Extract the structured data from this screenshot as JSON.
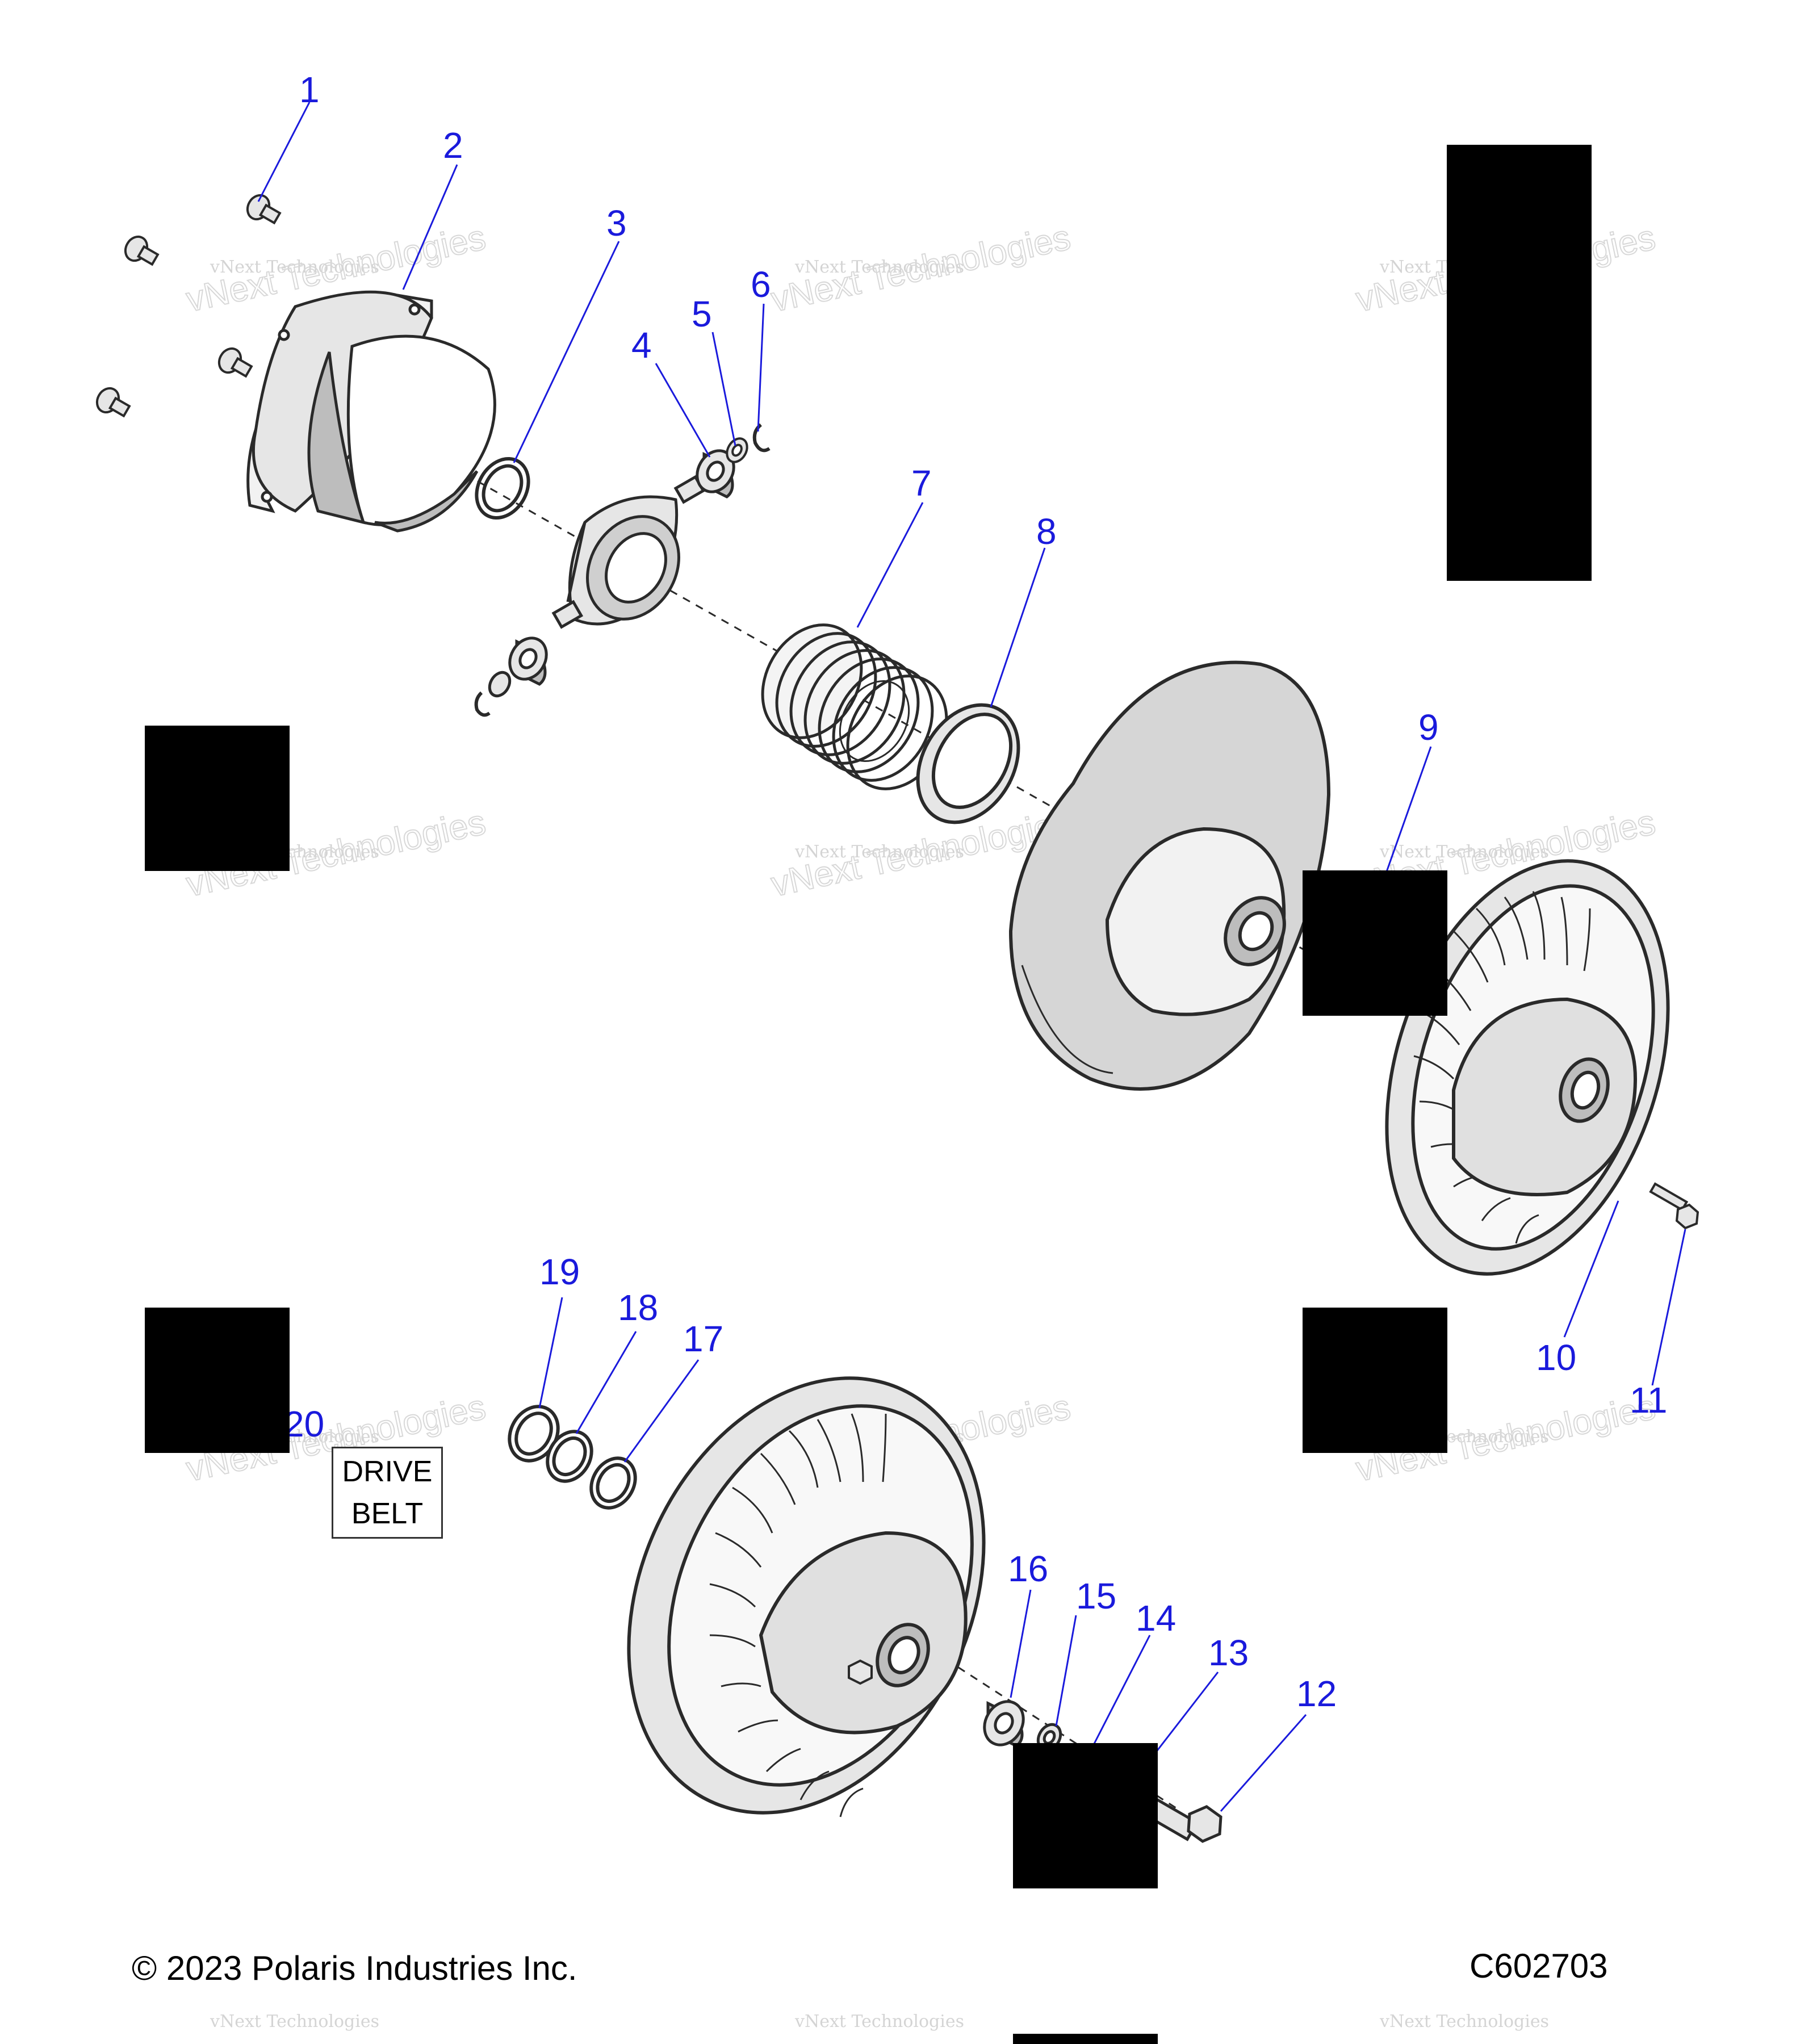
{
  "callouts": [
    "1",
    "2",
    "3",
    "4",
    "5",
    "6",
    "7",
    "8",
    "9",
    "10",
    "11",
    "12",
    "13",
    "14",
    "15",
    "16",
    "17",
    "18",
    "19",
    "20"
  ],
  "drive_belt_label": [
    "DRIVE",
    "BELT"
  ],
  "copyright": "© 2023 Polaris Industries Inc.",
  "diagram_code": "C602703",
  "watermark": {
    "line1": "vNext Technologies",
    "line2": "vNext Technologies"
  },
  "colors": {
    "callout": "#1a1adc",
    "part_line": "#2a2a2a",
    "part_fill": "#e6e6e6",
    "part_shade": "#bdbdbd",
    "redaction": "#000000"
  }
}
